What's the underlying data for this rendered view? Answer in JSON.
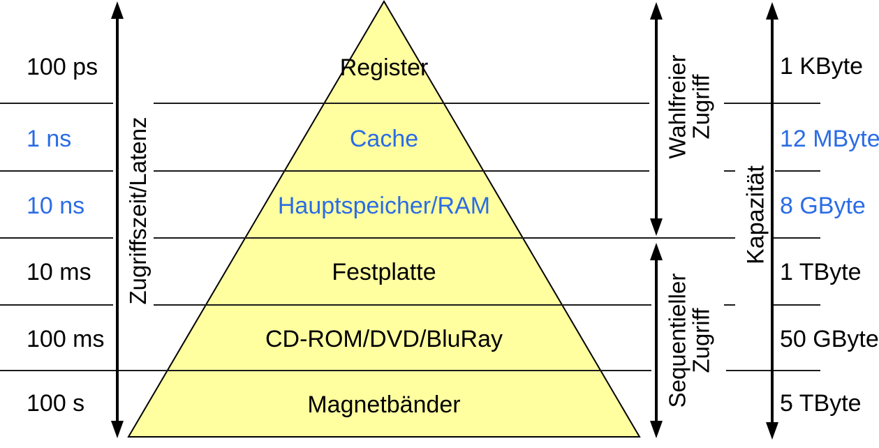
{
  "fig": {
    "colors": {
      "highlight": "#2B6CE5",
      "pyramid_fill": "#FFFFA0",
      "line": "#1a1a1a",
      "arrow": "#000000"
    },
    "axis_latency_label": "Zugriffszeit/Latenz",
    "axis_capacity_label": "Kapazität",
    "axis_random_access": {
      "line1": "Wahlfreier",
      "line2": "Zugriff"
    },
    "axis_sequential_access": {
      "line1": "Sequentieller",
      "line2": "Zugriff"
    },
    "levels": [
      {
        "name": "Register",
        "access_time": "100 ps",
        "capacity": "1 KByte",
        "highlighted": false
      },
      {
        "name": "Cache",
        "access_time": "1 ns",
        "capacity": "12 MByte",
        "highlighted": true
      },
      {
        "name": "Hauptspeicher/RAM",
        "access_time": "10 ns",
        "capacity": "8 GByte",
        "highlighted": true
      },
      {
        "name": "Festplatte",
        "access_time": "10 ms",
        "capacity": "1 TByte",
        "highlighted": false
      },
      {
        "name": "CD-ROM/DVD/BluRay",
        "access_time": "100 ms",
        "capacity": "50 GByte",
        "highlighted": false
      },
      {
        "name": "Magnetbänder",
        "access_time": "100 s",
        "capacity": "5 TByte",
        "highlighted": false
      }
    ]
  }
}
